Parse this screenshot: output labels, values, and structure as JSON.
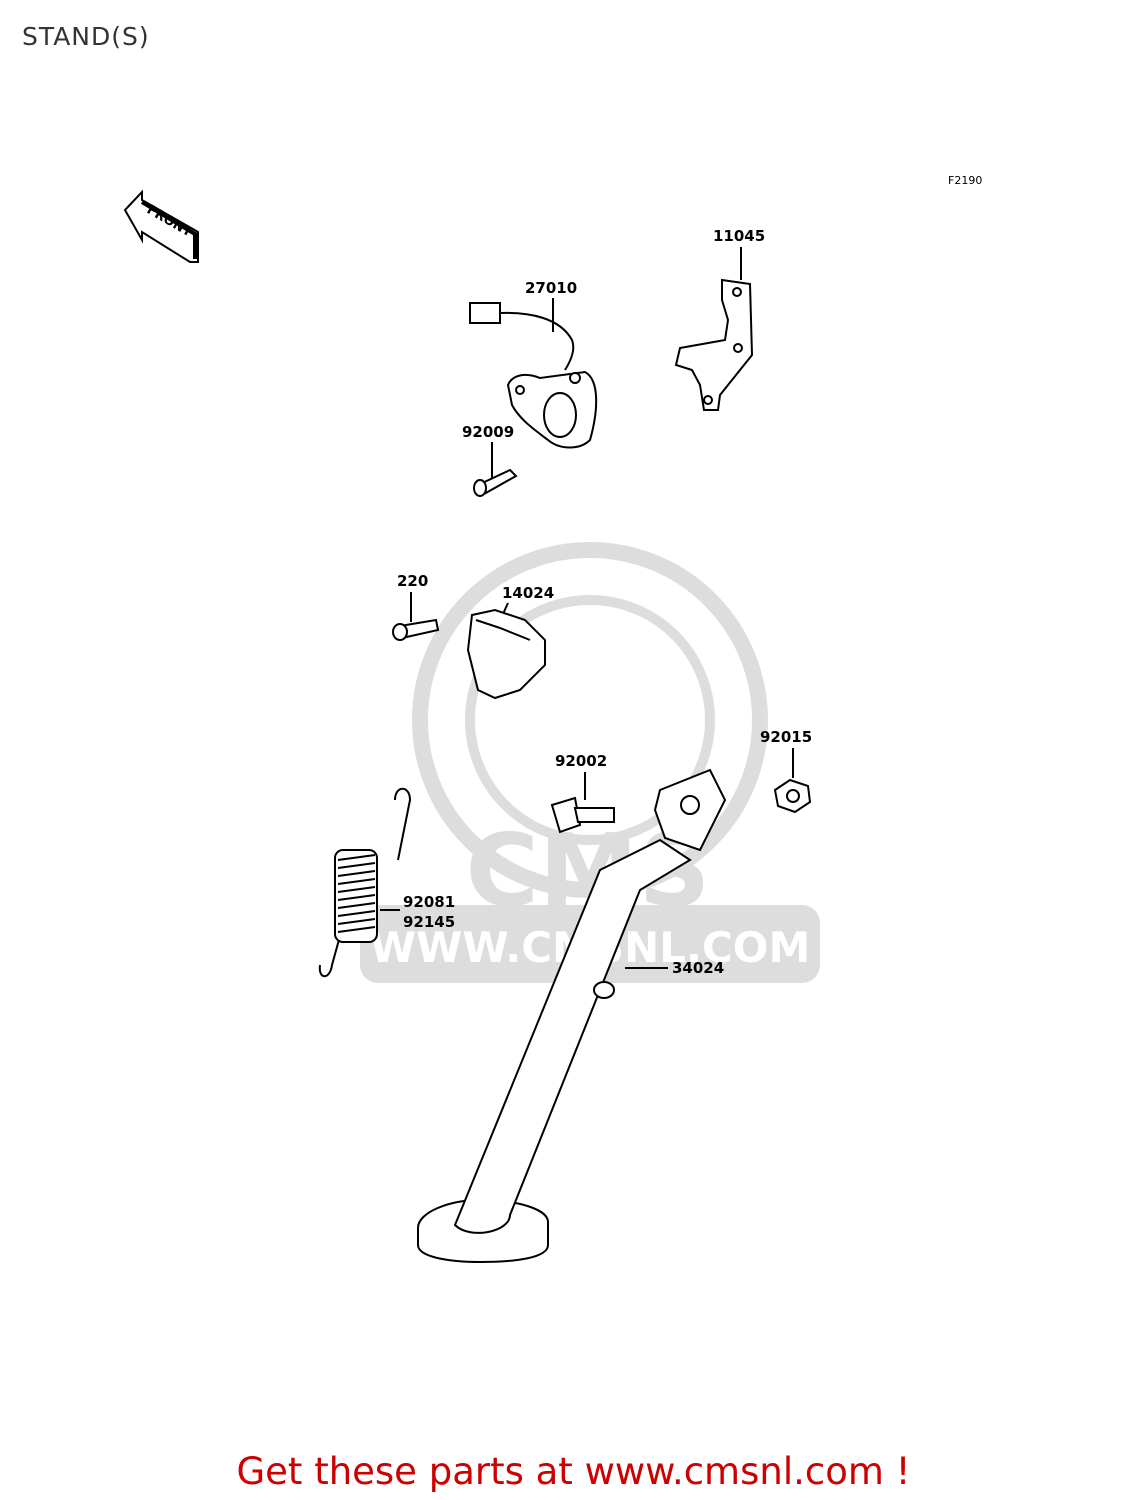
{
  "header": {
    "title": "STAND(S)"
  },
  "diagram": {
    "figure_code": "F2190",
    "front_arrow_label": "FRONT",
    "watermark": "CMS WWW.CMSNL.COM",
    "labels": {
      "p11045": "11045",
      "p27010": "27010",
      "p92009": "92009",
      "p220": "220",
      "p14024": "14024",
      "p92015": "92015",
      "p92002": "92002",
      "p92081": "92081",
      "p92145": "92145",
      "p34024": "34024"
    }
  },
  "footer": {
    "cta": "Get these parts at www.cmsnl.com !"
  }
}
